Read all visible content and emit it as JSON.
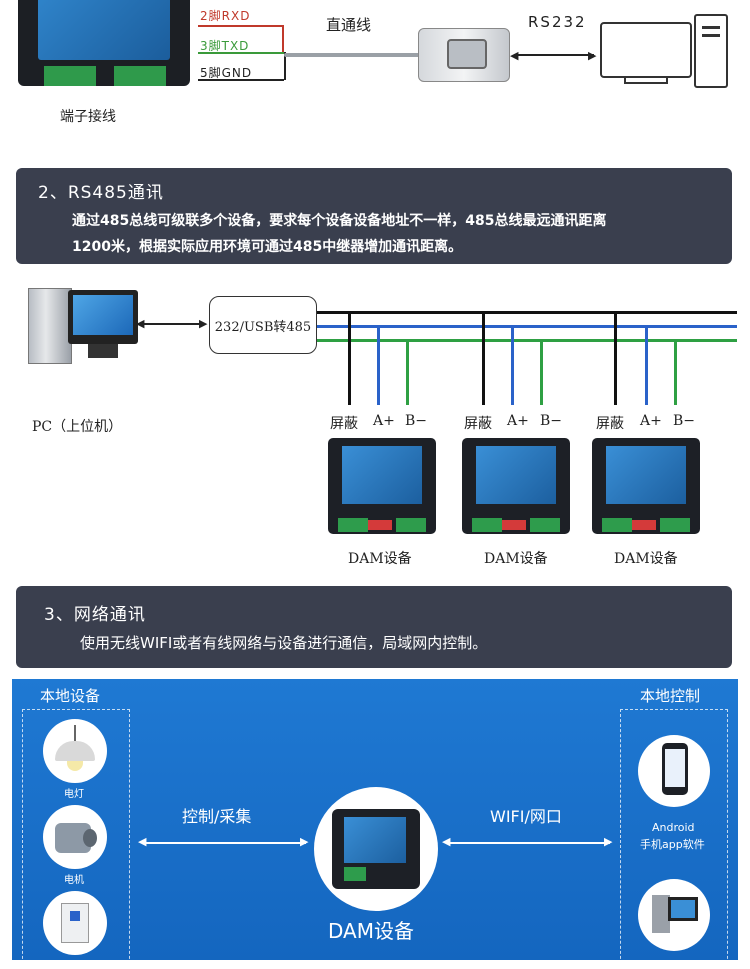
{
  "section1": {
    "wires": [
      "2脚RXD",
      "3脚TXD",
      "5脚GND"
    ],
    "cable_label": "直通线",
    "protocol": "RS232",
    "device_caption": "端子接线"
  },
  "section2": {
    "title": "2、RS485通讯",
    "text_line1": "通过485总线可级联多个设备，要求每个设备设备地址不一样，485总线最远通讯距离",
    "text_line2": "1200米，根据实际应用环境可通过485中继器增加通讯距离。",
    "converter": "232/USB转485",
    "pc_label": "PC（上位机）",
    "devices": [
      {
        "shield": "屏蔽",
        "a": "A+",
        "b": "B−",
        "name": "DAM设备"
      },
      {
        "shield": "屏蔽",
        "a": "A+",
        "b": "B−",
        "name": "DAM设备"
      },
      {
        "shield": "屏蔽",
        "a": "A+",
        "b": "B−",
        "name": "DAM设备"
      }
    ],
    "bus_colors": {
      "black": "#111111",
      "blue": "#2a62c9",
      "green": "#2ea043"
    }
  },
  "section3": {
    "title": "3、网络通讯",
    "text": "使用无线WIFI或者有线网络与设备进行通信，局域网内控制。",
    "local_devices_title": "本地设备",
    "local_control_title": "本地控制",
    "items_left": [
      "电灯",
      "电机"
    ],
    "left_arrow_label": "控制/采集",
    "right_arrow_label": "WIFI/网口",
    "center_label": "DAM设备",
    "right_item_line1": "Android",
    "right_item_line2": "手机app软件"
  }
}
